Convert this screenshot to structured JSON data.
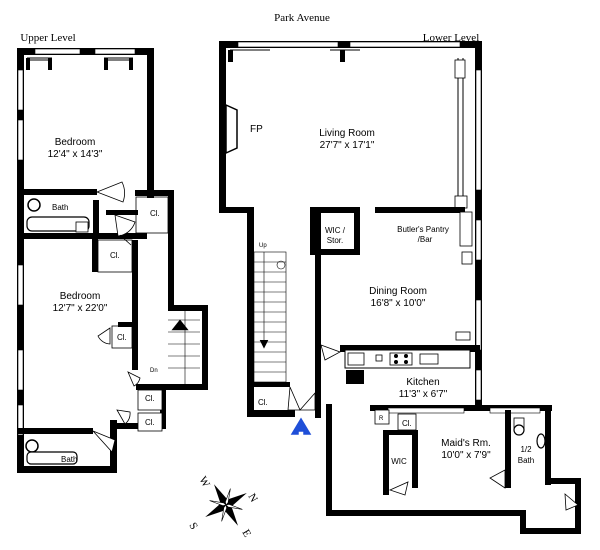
{
  "headings": {
    "street": "Park Avenue",
    "upper": "Upper Level",
    "lower": "Lower Level"
  },
  "rooms": {
    "bedroom1_name": "Bedroom",
    "bedroom1_size": "12'4\" x 14'3\"",
    "bath1": "Bath",
    "closet_a": "Cl.",
    "closet_b": "Cl.",
    "bedroom2_name": "Bedroom",
    "bedroom2_size": "12'7\" x 22'0\"",
    "closet_c": "Cl.",
    "dn": "Dn",
    "closet_d": "Cl.",
    "closet_e": "Cl.",
    "bath2": "Bath",
    "fp": "FP",
    "living_name": "Living Room",
    "living_size": "27'7\" x 17'1\"",
    "wic_stor_1": "WIC /",
    "wic_stor_2": "Stor.",
    "butler_1": "Butler's Pantry",
    "butler_2": "/Bar",
    "up": "Up",
    "dining_name": "Dining Room",
    "dining_size": "16'8\" x 10'0\"",
    "closet_f": "Cl.",
    "kitchen_name": "Kitchen",
    "kitchen_size": "11'3\" x 6'7\"",
    "closet_g": "Cl.",
    "r": "R",
    "maid_name": "Maid's Rm.",
    "maid_size": "10'0\" x 7'9\"",
    "wic": "WIC",
    "half_bath_1": "1/2",
    "half_bath_2": "Bath"
  },
  "compass": {
    "n": "N",
    "s": "S",
    "e": "E",
    "w": "W"
  },
  "colors": {
    "walls": "#000000",
    "entry_arrow": "#1f4fd8",
    "background": "#ffffff"
  }
}
